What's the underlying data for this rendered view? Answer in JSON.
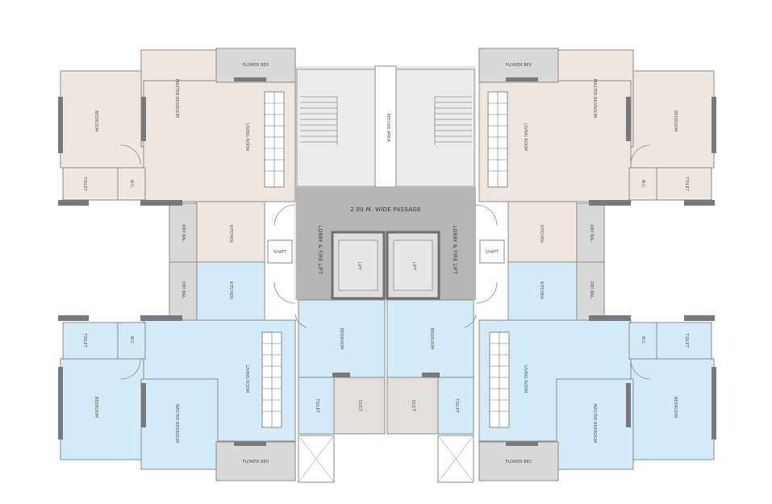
{
  "colors": {
    "beige": "#efe7df",
    "blue": "#d3ebf6",
    "core": "#cfd0d0",
    "passage": "#b4b5b6",
    "duct": "#d8d8d8",
    "wall": "#77797b",
    "stair": "#e9e9e9"
  },
  "labels": {
    "passage": "2.00 M. WIDE PASSAGE",
    "lobby": "LOBBY & FIRE LIFT",
    "refuge": "REFUGE AREA",
    "duct": "DUCT",
    "lift": "LIFT",
    "living": "LIVING ROOM",
    "bedroom": "BEDROOM",
    "mbedroom": "MASTER BEDROOM",
    "kitchen": "KITCHEN",
    "toilet": "TOILET",
    "wc": "W.C.",
    "dry": "DRY BAL.",
    "flower": "FLOWER BED",
    "shaft": "SHAFT"
  }
}
